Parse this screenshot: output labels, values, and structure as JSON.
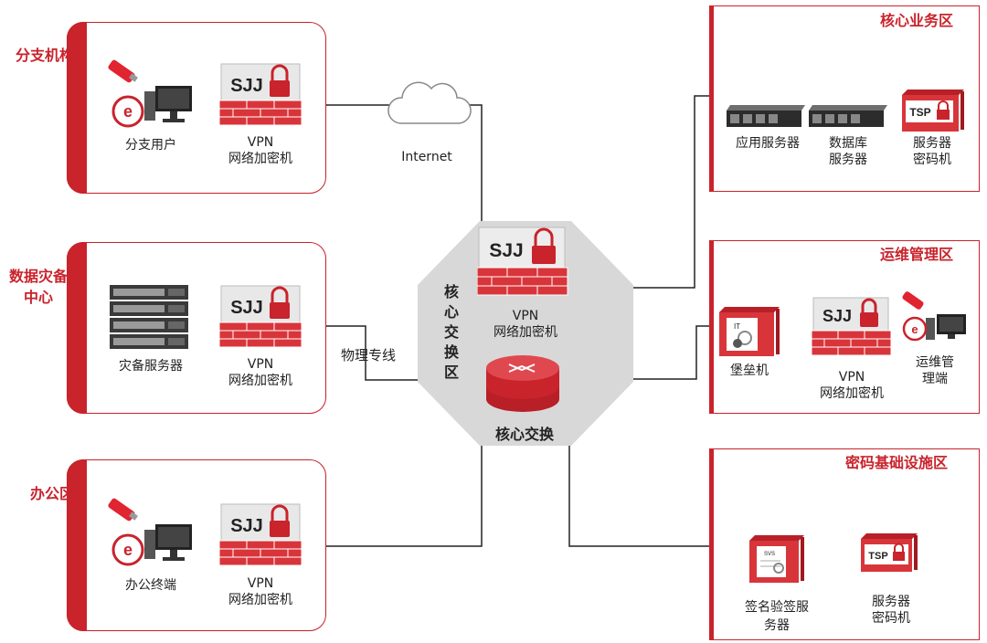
{
  "left_regions": {
    "branch": {
      "title": "分支机构",
      "user_label": "分支用户",
      "vpn_line1": "VPN",
      "vpn_line2": "网络加密机"
    },
    "dr": {
      "title_line1": "数据灾备",
      "title_line2": "中心",
      "server_label": "灾备服务器",
      "vpn_line1": "VPN",
      "vpn_line2": "网络加密机"
    },
    "office": {
      "title": "办公区",
      "terminal_label": "办公终端",
      "vpn_line1": "VPN",
      "vpn_line2": "网络加密机"
    }
  },
  "links": {
    "internet": "Internet",
    "leased_line": "物理专线"
  },
  "core": {
    "zone_label": [
      "核",
      "心",
      "交",
      "换",
      "区"
    ],
    "vpn_line1": "VPN",
    "vpn_line2": "网络加密机",
    "switch_label": "核心交换"
  },
  "right_regions": {
    "business": {
      "title": "核心业务区",
      "app_server": "应用服务器",
      "db_line1": "数据库",
      "db_line2": "服务器",
      "hsm_line1": "服务器",
      "hsm_line2": "密码机"
    },
    "ops": {
      "title": "运维管理区",
      "bastion": "堡垒机",
      "vpn_line1": "VPN",
      "vpn_line2": "网络加密机",
      "terminal_line1": "运维管",
      "terminal_line2": "理端"
    },
    "crypto": {
      "title": "密码基础设施区",
      "sign_line1": "签名验签服",
      "sign_line2": "务器",
      "hsm_line1": "服务器",
      "hsm_line2": "密码机"
    }
  },
  "device_badges": {
    "sjj": "SJJ",
    "tsp": "TSP",
    "it": "IT",
    "svs": "SVS"
  },
  "colors": {
    "accent": "#c9232c",
    "brick": "#d8353b",
    "gray": "#dcdcdc"
  }
}
